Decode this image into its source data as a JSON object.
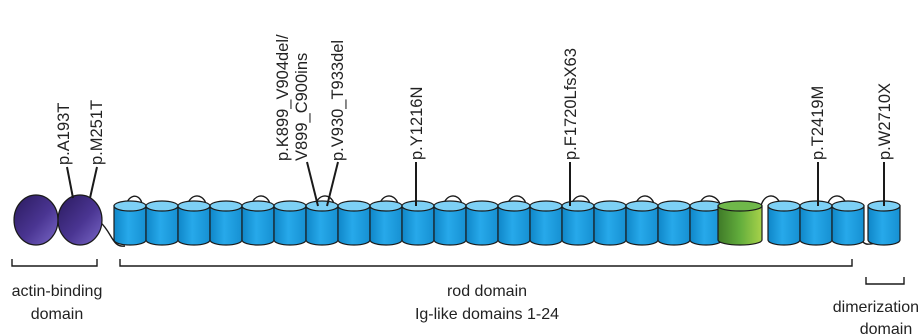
{
  "colors": {
    "actin_domain_dark": "#2a1a5e",
    "actin_domain_light": "#7a68c8",
    "ig_domain_body": "#1a9ee0",
    "ig_domain_top": "#7dd0f5",
    "highlighted_domain_body": "#5aa93a",
    "outline": "#1a1a1a"
  },
  "mutations": [
    {
      "line1": "p.A193T",
      "line2": ""
    },
    {
      "line1": "p.M251T",
      "line2": ""
    },
    {
      "line1": "p.K899_V904del/",
      "line2": "V899_C900ins"
    },
    {
      "line1": "p.V930_T933del",
      "line2": ""
    },
    {
      "line1": "p.Y1216N",
      "line2": ""
    },
    {
      "line1": "p.F1720LfsX63",
      "line2": ""
    },
    {
      "line1": "p.T2419M",
      "line2": ""
    },
    {
      "line1": "p.W2710X",
      "line2": ""
    }
  ],
  "domains": {
    "actin_binding": {
      "line1": "actin-binding",
      "line2": "domain"
    },
    "rod": {
      "line1": "rod domain",
      "line2": "Ig-like domains 1-24"
    },
    "dimerization": {
      "line1": "dimerization",
      "line2": "domain"
    }
  }
}
